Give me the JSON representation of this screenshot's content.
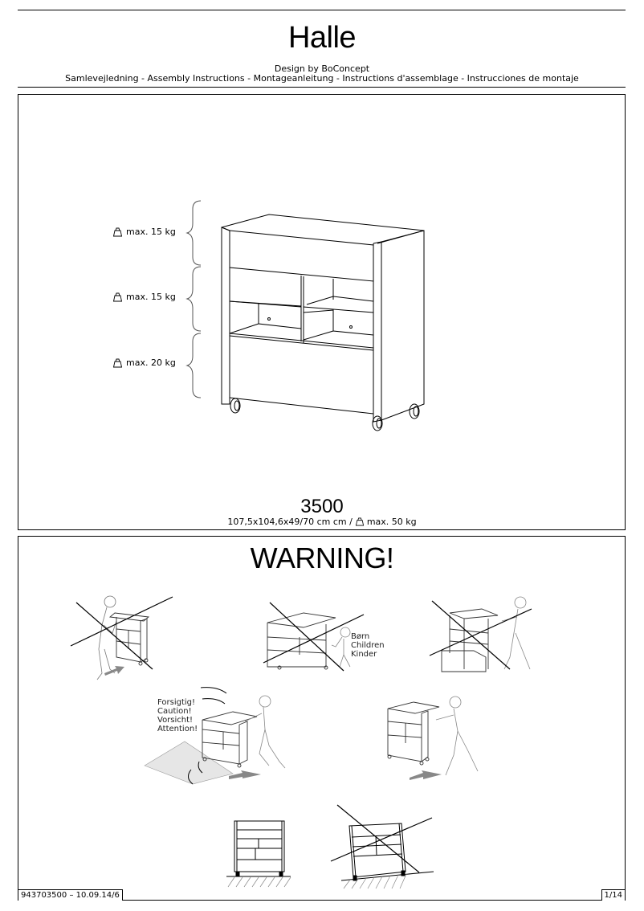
{
  "header": {
    "title": "Halle",
    "designer": "Design by BoConcept",
    "languages": "Samlevejledning - Assembly Instructions - Montageanleitung - Instructions d'assemblage - Instrucciones de montaje"
  },
  "product_panel": {
    "load_limits": [
      {
        "icon": "weight-icon",
        "label": "max. 15 kg"
      },
      {
        "icon": "weight-icon",
        "label": "max. 15 kg"
      },
      {
        "icon": "weight-icon",
        "label": "max. 20 kg"
      }
    ],
    "model_number": "3500",
    "dimensions": "107,5x104,6x49/70 cm cm /",
    "total_load": "max. 50 kg"
  },
  "warning_panel": {
    "heading": "WARNING!",
    "children_label": [
      "Børn",
      "Children",
      "Kinder"
    ],
    "caution_label": [
      "Forsigtig!",
      "Caution!",
      "Vorsicht!",
      "Attention!"
    ]
  },
  "footer": {
    "doc_code": "943703500 – 10.09.14/6",
    "page": "1/14"
  }
}
